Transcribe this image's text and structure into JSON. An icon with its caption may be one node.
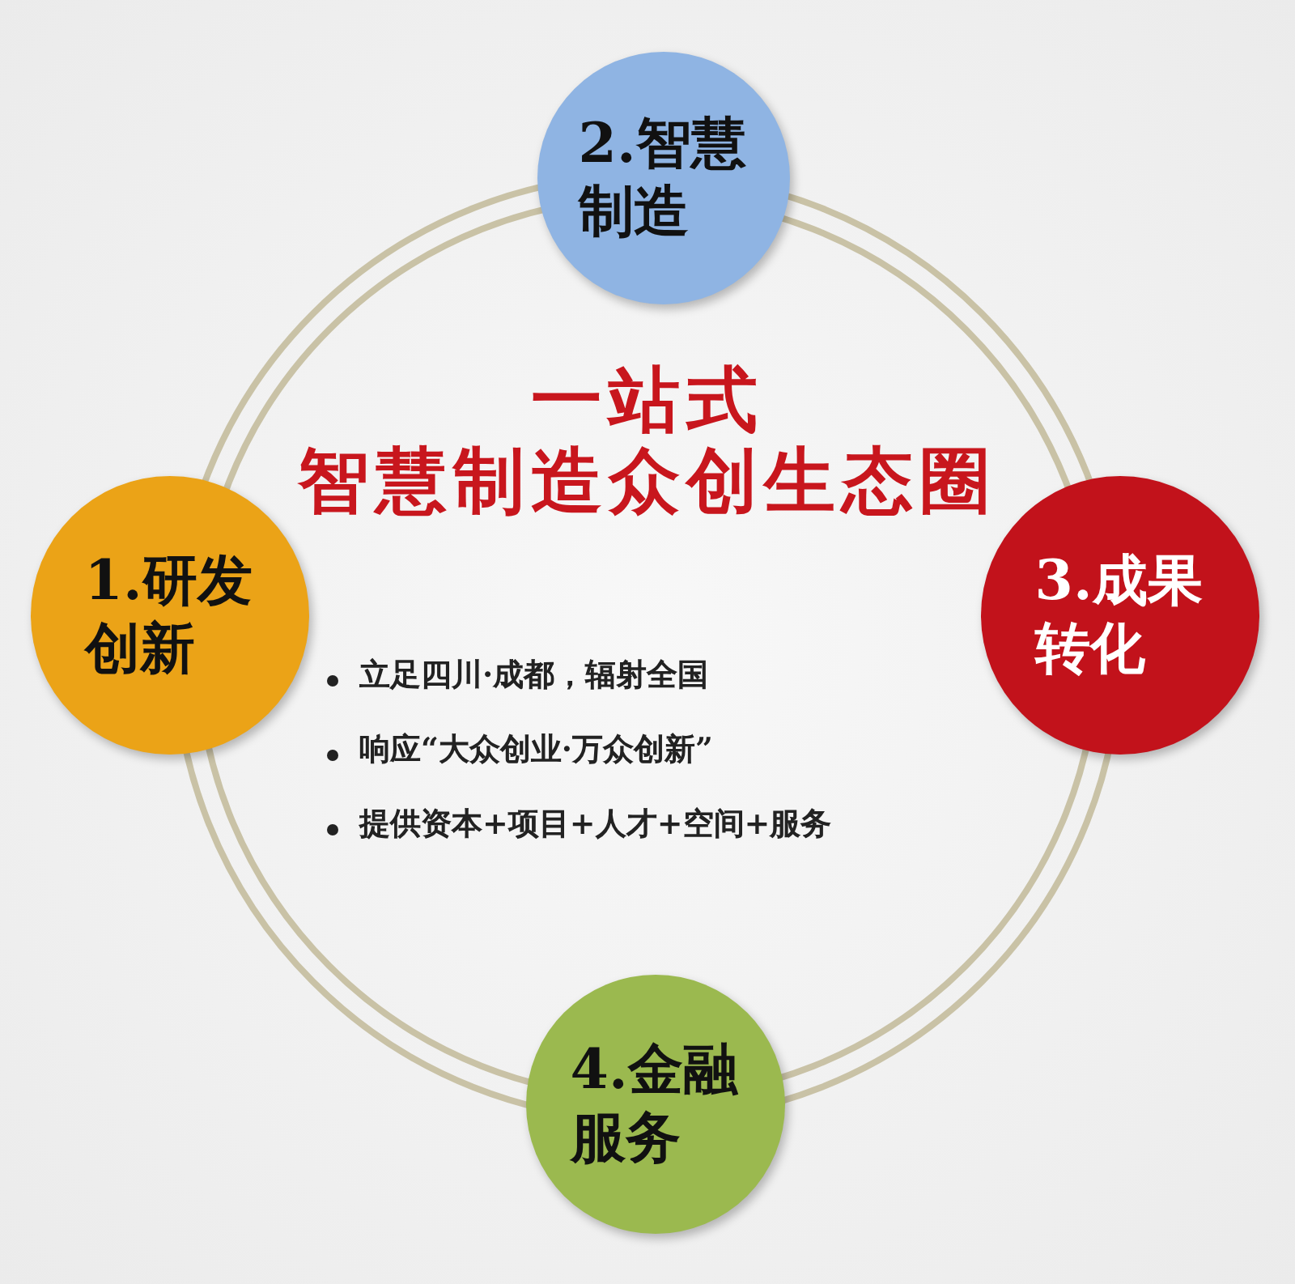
{
  "diagram": {
    "title": "一站式",
    "nodes": [
      {
        "text": [
          "2.智慧制造"
        ]
      },
      {
        "text": [
          "1.研发创新"
        ]
      },
      {
        "text": [
          "3.成果转化"
        ]
      },
      {
        "text": [
          "4.金融服务"
        ]
      }
    ],
    "labels": [
      "智慧制造众创生态圈",
      "立足四川·成都，辐射全国",
      "响应“大众创业·万众创新”",
      "提供资本+项目+人才+空间+服务"
    ]
  }
}
